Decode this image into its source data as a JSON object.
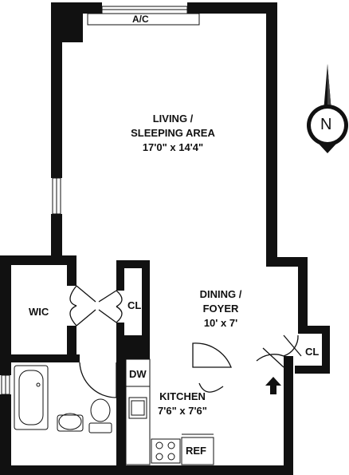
{
  "rooms": {
    "living": {
      "name_line1": "LIVING /",
      "name_line2": "SLEEPING AREA",
      "dimensions": "17'0\" x 14'4\""
    },
    "dining": {
      "name_line1": "DINING /",
      "name_line2": "FOYER",
      "dimensions": "10' x 7'"
    },
    "kitchen": {
      "name": "KITCHEN",
      "dimensions": "7'6\" x 7'6\""
    },
    "wic": {
      "name": "WIC"
    },
    "closet_center": {
      "name": "CL"
    },
    "closet_right": {
      "name": "CL"
    }
  },
  "fixtures": {
    "ac": "A/C",
    "dishwasher": "DW",
    "refrigerator": "REF"
  },
  "compass": {
    "letter": "N"
  }
}
